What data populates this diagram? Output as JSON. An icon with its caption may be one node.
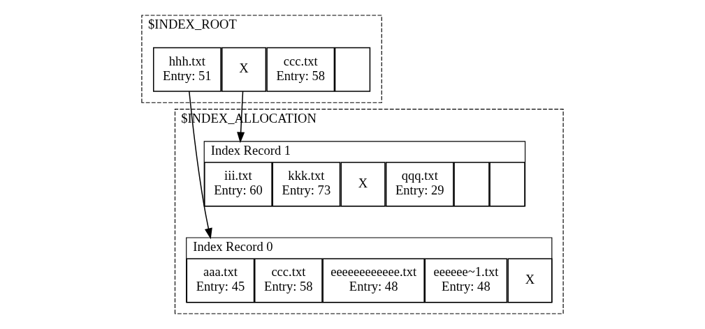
{
  "diagram": {
    "nodes": [
      {
        "text": [
          "$INDEX_ROOT"
        ]
      },
      {
        "text": [
          "hhh.txt",
          "Entry: 51"
        ],
        "in": 0
      },
      {
        "text": [
          "X"
        ],
        "in": 0
      },
      {
        "text": [
          "ccc.txt",
          "Entry: 58"
        ],
        "in": 0
      },
      {
        "text": [],
        "shape": "box",
        "in": 0
      },
      {
        "text": [
          "$INDEX_ALLOCATION"
        ]
      },
      {
        "text": [],
        "shape": "box",
        "beside": [
          "Index Record 1"
        ],
        "in": 5
      },
      {
        "text": [
          "iii.txt",
          "Entry: 60"
        ],
        "in": 6
      },
      {
        "text": [
          "kkk.txt",
          "Entry: 73"
        ],
        "in": 6
      },
      {
        "text": [
          "X"
        ],
        "in": 6
      },
      {
        "text": [
          "qqq.txt",
          "Entry: 29"
        ],
        "in": 6
      },
      {
        "text": [],
        "shape": "box",
        "in": 6
      },
      {
        "text": [],
        "shape": "box",
        "in": 6
      },
      {
        "text": [],
        "shape": "box",
        "beside": [
          "Index Record 0"
        ],
        "in": 5
      },
      {
        "text": [
          "aaa.txt",
          "Entry: 45"
        ],
        "in": 13
      },
      {
        "text": [
          "ccc.txt",
          "Entry: 58"
        ],
        "in": 13
      },
      {
        "text": [
          "eeeeeeeeeeee.txt",
          "Entry: 48"
        ],
        "in": 13
      },
      {
        "text": [
          "eeeeee~1.txt",
          "Entry: 48"
        ],
        "in": 13
      },
      {
        "text": [
          "X"
        ],
        "in": 13
      }
    ],
    "edges": [
      {
        "from": 1,
        "to": 13,
        "arrow": "to"
      },
      {
        "from": 2,
        "to": 6,
        "arrow": "to"
      }
    ]
  }
}
